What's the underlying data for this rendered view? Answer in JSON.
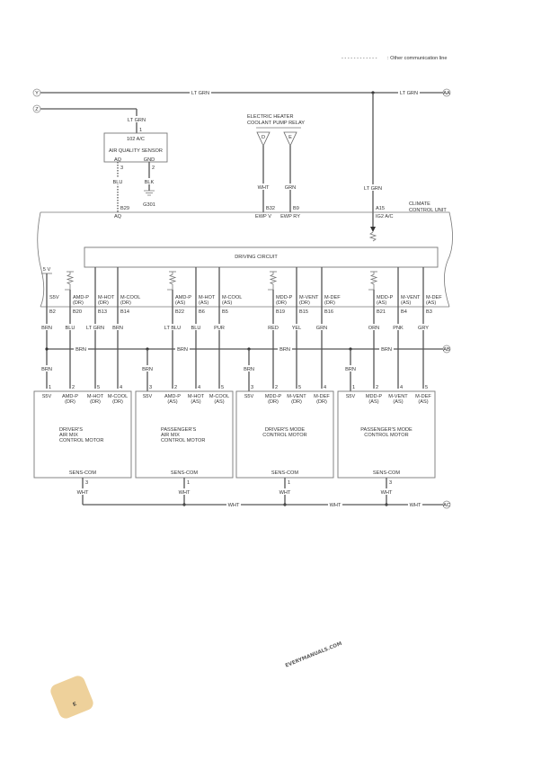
{
  "legend": {
    "dashes": "- - - - - - - - - - - -",
    "label": ": Other communication line"
  },
  "connectors": {
    "y": "Y",
    "z": "Z",
    "aa": "AA",
    "ab": "AB",
    "ac": "AC"
  },
  "top_wire": {
    "color_left": "LT GRN",
    "color_right": "LT GRN"
  },
  "sensor": {
    "feed_color": "LT GRN",
    "feed_pin": "1",
    "code": "102 A/C",
    "name": "AIR QUALITY SENSOR",
    "aq_label": "AQ",
    "gnd_label": "GND",
    "aq_pin": "3",
    "gnd_pin": "2",
    "aq_color": "BLU",
    "gnd_color": "BLK",
    "ground": "G301"
  },
  "relay": {
    "name_1": "ELECTRIC HEATER",
    "name_2": "COOLANT PUMP RELAY",
    "terminals": [
      {
        "id": "D",
        "color": "WHT",
        "pin": "B32",
        "signal": "EWP V"
      },
      {
        "id": "E",
        "color": "GRN",
        "pin": "B9",
        "signal": "EWP RY"
      }
    ]
  },
  "ccu": {
    "name_1": "CLIMATE",
    "name_2": "CONTROL UNIT",
    "aq_pin": "B29",
    "aq_signal": "AQ",
    "ig_color": "LT GRN",
    "ig_pin": "A15",
    "ig_signal": "IG2 A/C",
    "driving_circuit": "DRIVING CIRCUIT",
    "five_v": "5 V",
    "pins": [
      {
        "sig1": "S5V",
        "sig2": "",
        "pin": "B2",
        "color": "BRN"
      },
      {
        "sig1": "AMD-P",
        "sig2": "(DR)",
        "pin": "B20",
        "color": "BLU"
      },
      {
        "sig1": "M-HOT",
        "sig2": "(DR)",
        "pin": "B13",
        "color": "LT GRN"
      },
      {
        "sig1": "M-COOL",
        "sig2": "(DR)",
        "pin": "B14",
        "color": "BRN"
      },
      {
        "sig1": "AMD-P",
        "sig2": "(AS)",
        "pin": "B22",
        "color": "LT BLU"
      },
      {
        "sig1": "M-HOT",
        "sig2": "(AS)",
        "pin": "B6",
        "color": "BLU"
      },
      {
        "sig1": "M-COOL",
        "sig2": "(AS)",
        "pin": "B5",
        "color": "PUR"
      },
      {
        "sig1": "MDD-P",
        "sig2": "(DR)",
        "pin": "B19",
        "color": "RED"
      },
      {
        "sig1": "M-VENT",
        "sig2": "(DR)",
        "pin": "B15",
        "color": "YEL"
      },
      {
        "sig1": "M-DEF",
        "sig2": "(DR)",
        "pin": "B16",
        "color": "GRN"
      },
      {
        "sig1": "MDD-P",
        "sig2": "(AS)",
        "pin": "B21",
        "color": "ORN"
      },
      {
        "sig1": "M-VENT",
        "sig2": "(AS)",
        "pin": "B4",
        "color": "PNK"
      },
      {
        "sig1": "M-DEF",
        "sig2": "(AS)",
        "pin": "B3",
        "color": "GRY"
      }
    ]
  },
  "bus_brn": {
    "labels": [
      "BRN",
      "BRN",
      "BRN",
      "BRN"
    ],
    "drop_color": "BRN"
  },
  "motors": [
    {
      "name": [
        "DRIVER'S",
        "AIR MIX",
        "CONTROL MOTOR"
      ],
      "sens_label": "SENS-COM",
      "sens_pin": "3",
      "sens_color": "WHT",
      "pins": [
        {
          "num": "1",
          "l1": "S5V",
          "l2": ""
        },
        {
          "num": "2",
          "l1": "AMD-P",
          "l2": "(DR)"
        },
        {
          "num": "5",
          "l1": "M-HOT",
          "l2": "(DR)"
        },
        {
          "num": "4",
          "l1": "M-COOL",
          "l2": "(DR)"
        }
      ]
    },
    {
      "name": [
        "PASSENGER'S",
        "AIR MIX",
        "CONTROL MOTOR"
      ],
      "sens_label": "SENS-COM",
      "sens_pin": "1",
      "sens_color": "WHT",
      "pins": [
        {
          "num": "3",
          "l1": "S5V",
          "l2": ""
        },
        {
          "num": "2",
          "l1": "AMD-P",
          "l2": "(AS)"
        },
        {
          "num": "4",
          "l1": "M-HOT",
          "l2": "(AS)"
        },
        {
          "num": "5",
          "l1": "M-COOL",
          "l2": "(AS)"
        }
      ]
    },
    {
      "name": [
        "DRIVER'S MODE",
        "CONTROL MOTOR"
      ],
      "sens_label": "SENS-COM",
      "sens_pin": "1",
      "sens_color": "WHT",
      "pins": [
        {
          "num": "3",
          "l1": "S5V",
          "l2": ""
        },
        {
          "num": "2",
          "l1": "MDD-P",
          "l2": "(DR)"
        },
        {
          "num": "5",
          "l1": "M-VENT",
          "l2": "(DR)"
        },
        {
          "num": "4",
          "l1": "M-DEF",
          "l2": "(DR)"
        }
      ]
    },
    {
      "name": [
        "PASSENGER'S MODE",
        "CONTROL MOTOR"
      ],
      "sens_label": "SENS-COM",
      "sens_pin": "3",
      "sens_color": "WHT",
      "pins": [
        {
          "num": "1",
          "l1": "S5V",
          "l2": ""
        },
        {
          "num": "2",
          "l1": "MDD-P",
          "l2": "(AS)"
        },
        {
          "num": "4",
          "l1": "M-VENT",
          "l2": "(AS)"
        },
        {
          "num": "5",
          "l1": "M-DEF",
          "l2": "(AS)"
        }
      ]
    }
  ],
  "bus_wht": {
    "labels": [
      "WHT",
      "WHT",
      "WHT"
    ]
  },
  "watermark": {
    "text": "EVERYMANUALS.COM",
    "logo_letter": "E",
    "logo_color": "#e8c27a",
    "text_color": "#555555"
  }
}
